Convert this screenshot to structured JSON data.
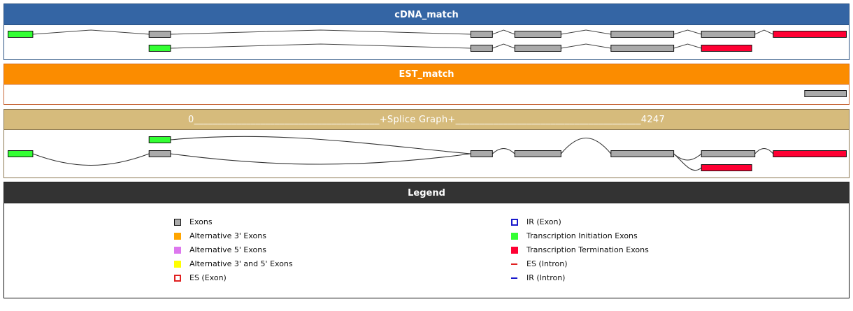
{
  "colors": {
    "exon": "#aaaaaa",
    "initiation": "#33ff33",
    "termination": "#ff0033",
    "alt3": "#ffa500",
    "alt5": "#dd77ee",
    "alt35": "#ffff00",
    "es": "#e02020",
    "ir": "#1a1acc"
  },
  "panels": {
    "cdna": {
      "title": "cDNA_match",
      "tracks": [
        {
          "exons": [
            [
              "init",
              0,
              120
            ],
            [
              "exon",
              683,
              787
            ],
            [
              "exon",
              2241,
              2346
            ],
            [
              "exon",
              2454,
              2678
            ],
            [
              "exon",
              2920,
              3224
            ],
            [
              "exon",
              3358,
              3617
            ],
            [
              "term",
              3706,
              4060
            ]
          ]
        },
        {
          "exons": [
            [
              "init",
              683,
              787
            ],
            [
              "exon",
              2241,
              2346
            ],
            [
              "exon",
              2454,
              2678
            ],
            [
              "exon",
              2920,
              3224
            ],
            [
              "term",
              3358,
              3602
            ]
          ]
        }
      ]
    },
    "est": {
      "title": "EST_match",
      "tracks": [
        {
          "exons": [
            [
              "exon",
              3858,
              4060
            ]
          ]
        }
      ]
    },
    "splice": {
      "title": "0_______________________________________+Splice Graph+_______________________________________4247",
      "start": "0",
      "end": "4247"
    },
    "legend": {
      "title": "Legend",
      "left": [
        {
          "key": "exon",
          "label": "Exons"
        },
        {
          "key": "alt3",
          "label": "Alternative 3' Exons"
        },
        {
          "key": "alt5",
          "label": "Alternative 5' Exons"
        },
        {
          "key": "alt35",
          "label": "Alternative 3' and 5' Exons"
        },
        {
          "key": "esexon",
          "label": "ES (Exon)"
        }
      ],
      "right": [
        {
          "key": "irexon",
          "label": "IR (Exon)"
        },
        {
          "key": "init",
          "label": "Transcription Initiation Exons"
        },
        {
          "key": "term",
          "label": "Transcription Termination Exons"
        },
        {
          "key": "esintron",
          "label": "ES (Intron)"
        },
        {
          "key": "irintron",
          "label": "IR (Intron)"
        }
      ]
    }
  }
}
